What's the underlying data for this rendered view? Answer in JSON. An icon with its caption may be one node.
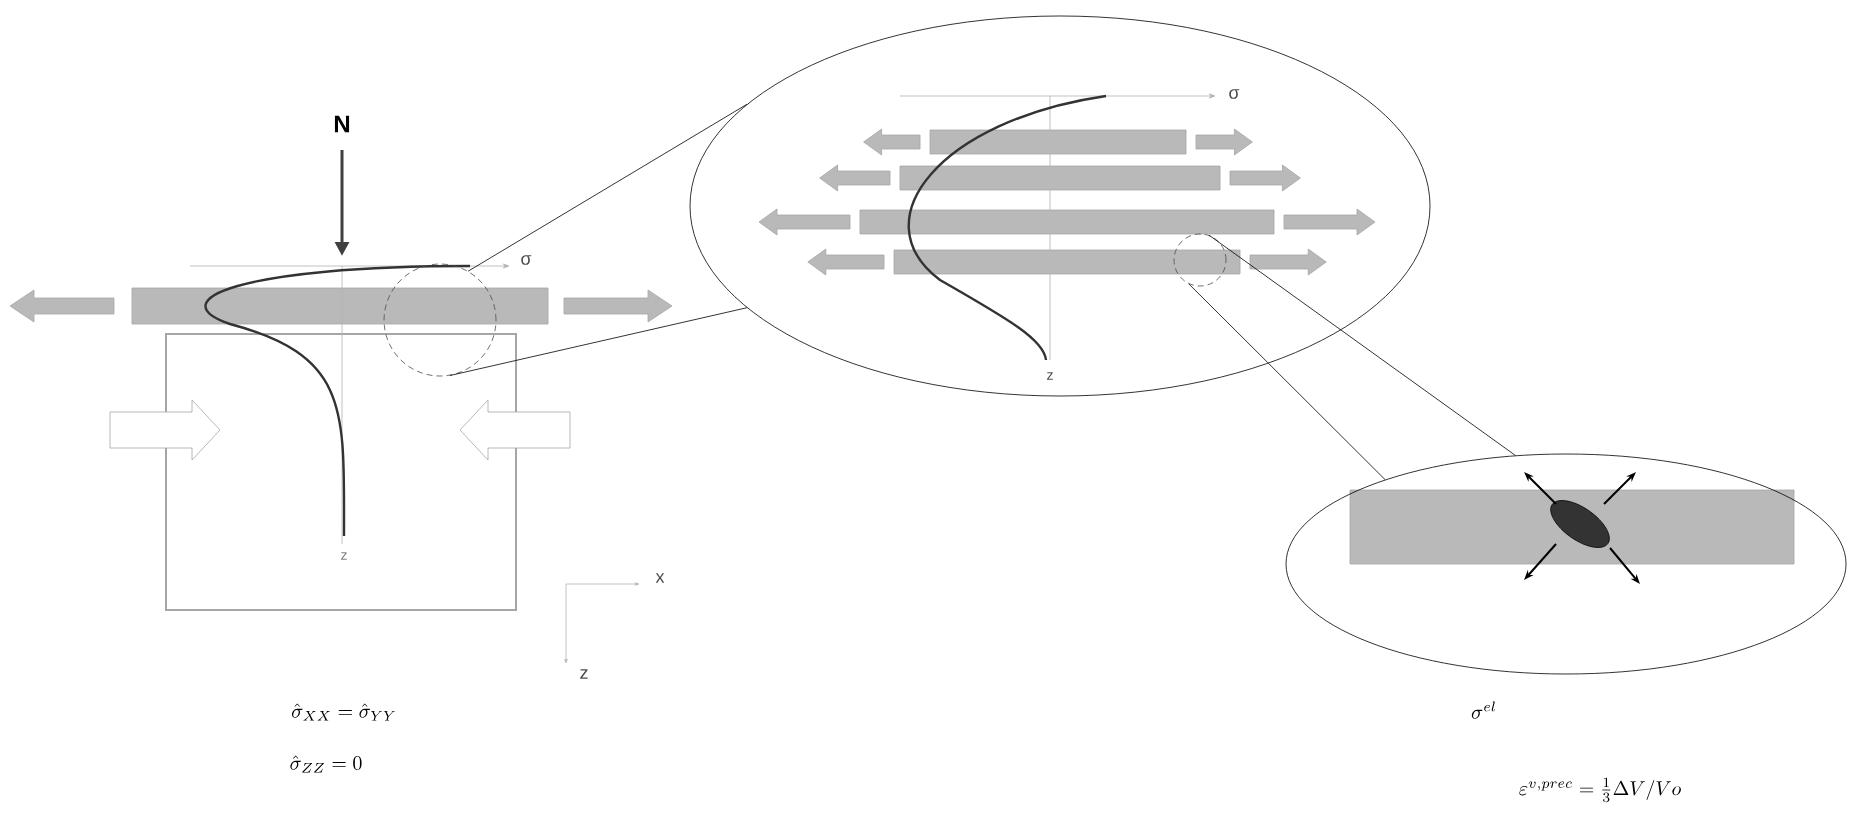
{
  "diagram": {
    "nodes": [
      {
        "text": [],
        "shape": "circle"
      },
      {
        "text": [],
        "shape": "ellipse"
      },
      {
        "text": [],
        "shape": "circle",
        "in": 1
      },
      {
        "text": [],
        "shape": "ellipse"
      }
    ],
    "edges": [
      {
        "from": 0,
        "to": 1,
        "arrow": "none"
      },
      {
        "from": 0,
        "to": 1,
        "arrow": "none"
      },
      {
        "from": 2,
        "to": 3,
        "arrow": "none"
      },
      {
        "from": 2,
        "to": 3,
        "arrow": "none"
      }
    ],
    "labels": [
      "N",
      "σ",
      "z",
      "x",
      "z",
      "σ",
      "z",
      "\\hat{\\sigma}_{XX} = \\hat{\\sigma}_{YY}",
      "\\hat{\\sigma}_{ZZ} = 0",
      "\\sigma^{el}",
      "\\varepsilon^{v,prec} = \\frac{1}{3}\\Delta V/Vo"
    ]
  }
}
